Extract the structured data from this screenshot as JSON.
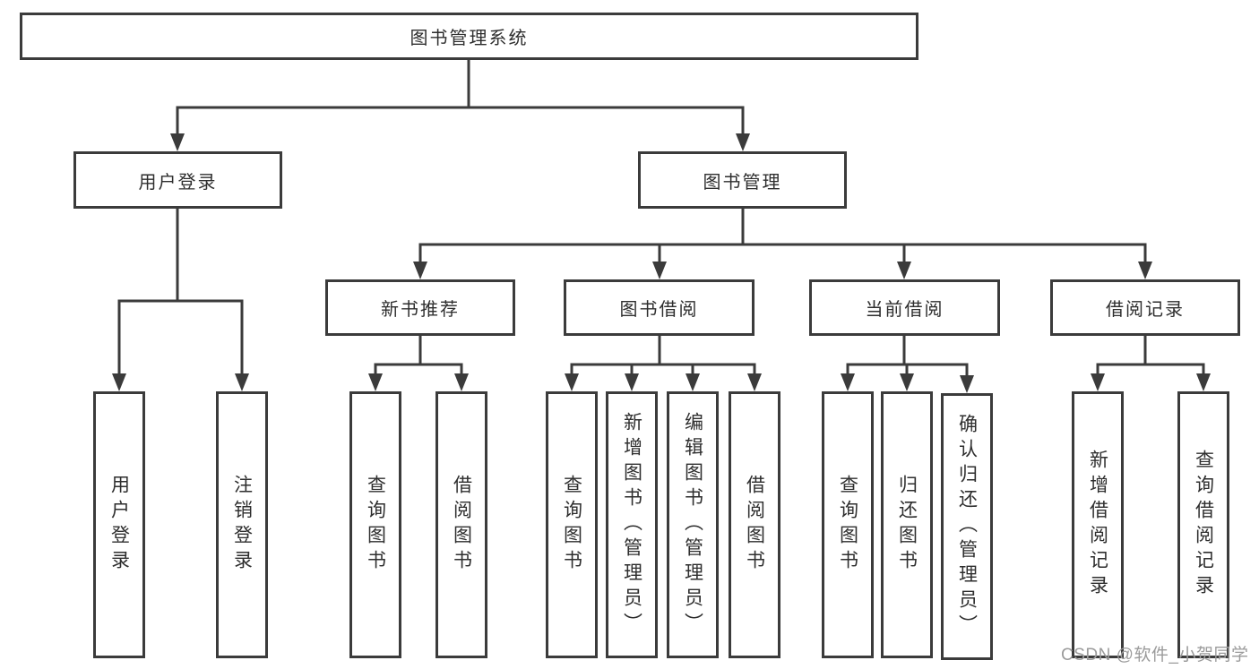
{
  "diagram": {
    "root": {
      "label": "图书管理系统"
    },
    "branches": [
      {
        "label": "用户登录",
        "children": [
          {
            "label": "用户登录"
          },
          {
            "label": "注销登录"
          }
        ]
      },
      {
        "label": "图书管理",
        "children": [
          {
            "label": "新书推荐",
            "children": [
              {
                "label": "查询图书"
              },
              {
                "label": "借阅图书"
              }
            ]
          },
          {
            "label": "图书借阅",
            "children": [
              {
                "label": "查询图书"
              },
              {
                "label": "新增图书（管理员）"
              },
              {
                "label": "编辑图书（管理员）"
              },
              {
                "label": "借阅图书"
              }
            ]
          },
          {
            "label": "当前借阅",
            "children": [
              {
                "label": "查询图书"
              },
              {
                "label": "归还图书"
              },
              {
                "label": "确认归还（管理员）"
              }
            ]
          },
          {
            "label": "借阅记录",
            "children": [
              {
                "label": "新增借阅记录"
              },
              {
                "label": "查询借阅记录"
              }
            ]
          }
        ]
      }
    ]
  },
  "watermark": {
    "text": "CSDN @软件_小贺同学"
  },
  "colors": {
    "line": "#3b3b3b",
    "box_border": "#3b3b3b",
    "text": "#2e2e2e",
    "watermark": "#9b9b9b",
    "background": "#ffffff"
  }
}
